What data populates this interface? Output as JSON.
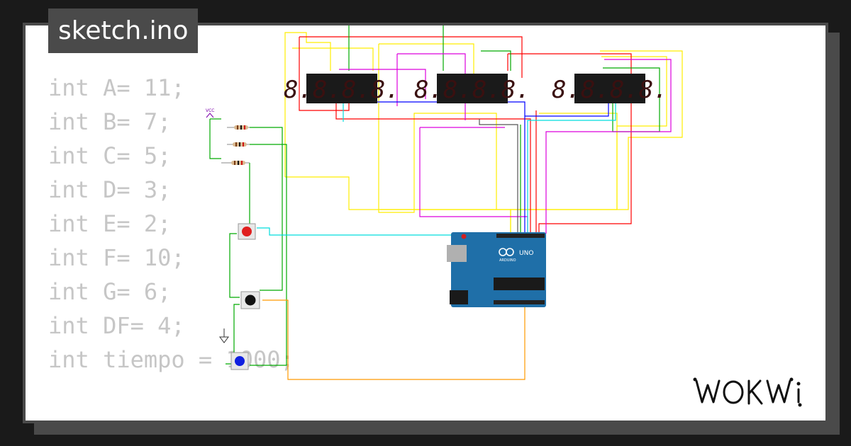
{
  "header": {
    "title": "sketch.ino"
  },
  "code": {
    "lines": [
      "int A= 11;",
      "int B= 7;",
      "int C= 5;",
      "int D= 3;",
      "int E= 2;",
      "int F= 10;",
      "int G= 6;",
      "int DF= 4;",
      "int tiempo = 1000;"
    ]
  },
  "circuit": {
    "vcc_label": "VCC",
    "board_model": "UNO",
    "board_brand": "ARDUINO",
    "display_digits": "8.8.8.8.",
    "button_colors": {
      "red": "#e02020",
      "black": "#111111",
      "blue": "#1020e0"
    },
    "wire_colors": [
      "#ff0000",
      "#00aa00",
      "#ffee00",
      "#dd00dd",
      "#00dddd",
      "#0000ff",
      "#ff9900",
      "#555555"
    ]
  },
  "branding": {
    "logo": "WOKWi"
  }
}
